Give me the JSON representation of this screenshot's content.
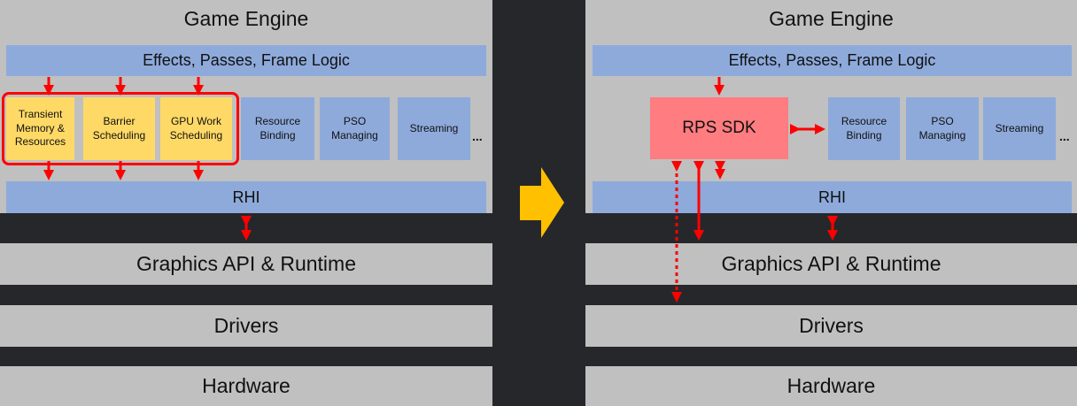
{
  "left_panel": {
    "engine_title": "Game Engine",
    "frame_logic": "Effects, Passes, Frame Logic",
    "highlighted_modules": [
      {
        "label": "Transient Memory & Resources"
      },
      {
        "label": "Barrier Scheduling"
      },
      {
        "label": "GPU Work Scheduling"
      }
    ],
    "other_modules": [
      {
        "label": "Resource Binding"
      },
      {
        "label": "PSO Managing"
      },
      {
        "label": "Streaming"
      }
    ],
    "ellipsis": "...",
    "rhi": "RHI",
    "graphics_api": "Graphics API & Runtime",
    "drivers": "Drivers",
    "hardware": "Hardware"
  },
  "right_panel": {
    "engine_title": "Game Engine",
    "frame_logic": "Effects, Passes, Frame Logic",
    "sdk": "RPS SDK",
    "other_modules": [
      {
        "label": "Resource Binding"
      },
      {
        "label": "PSO Managing"
      },
      {
        "label": "Streaming"
      }
    ],
    "ellipsis": "...",
    "rhi": "RHI",
    "graphics_api": "Graphics API & Runtime",
    "drivers": "Drivers",
    "hardware": "Hardware"
  },
  "colors": {
    "background": "#26272b",
    "layer_gray": "#c0c0c0",
    "module_blue": "#8eaadb",
    "module_yellow": "#ffd966",
    "sdk_pink": "#ff7c80",
    "arrow_red": "#ff0000",
    "transition_arrow": "#ffc000"
  }
}
